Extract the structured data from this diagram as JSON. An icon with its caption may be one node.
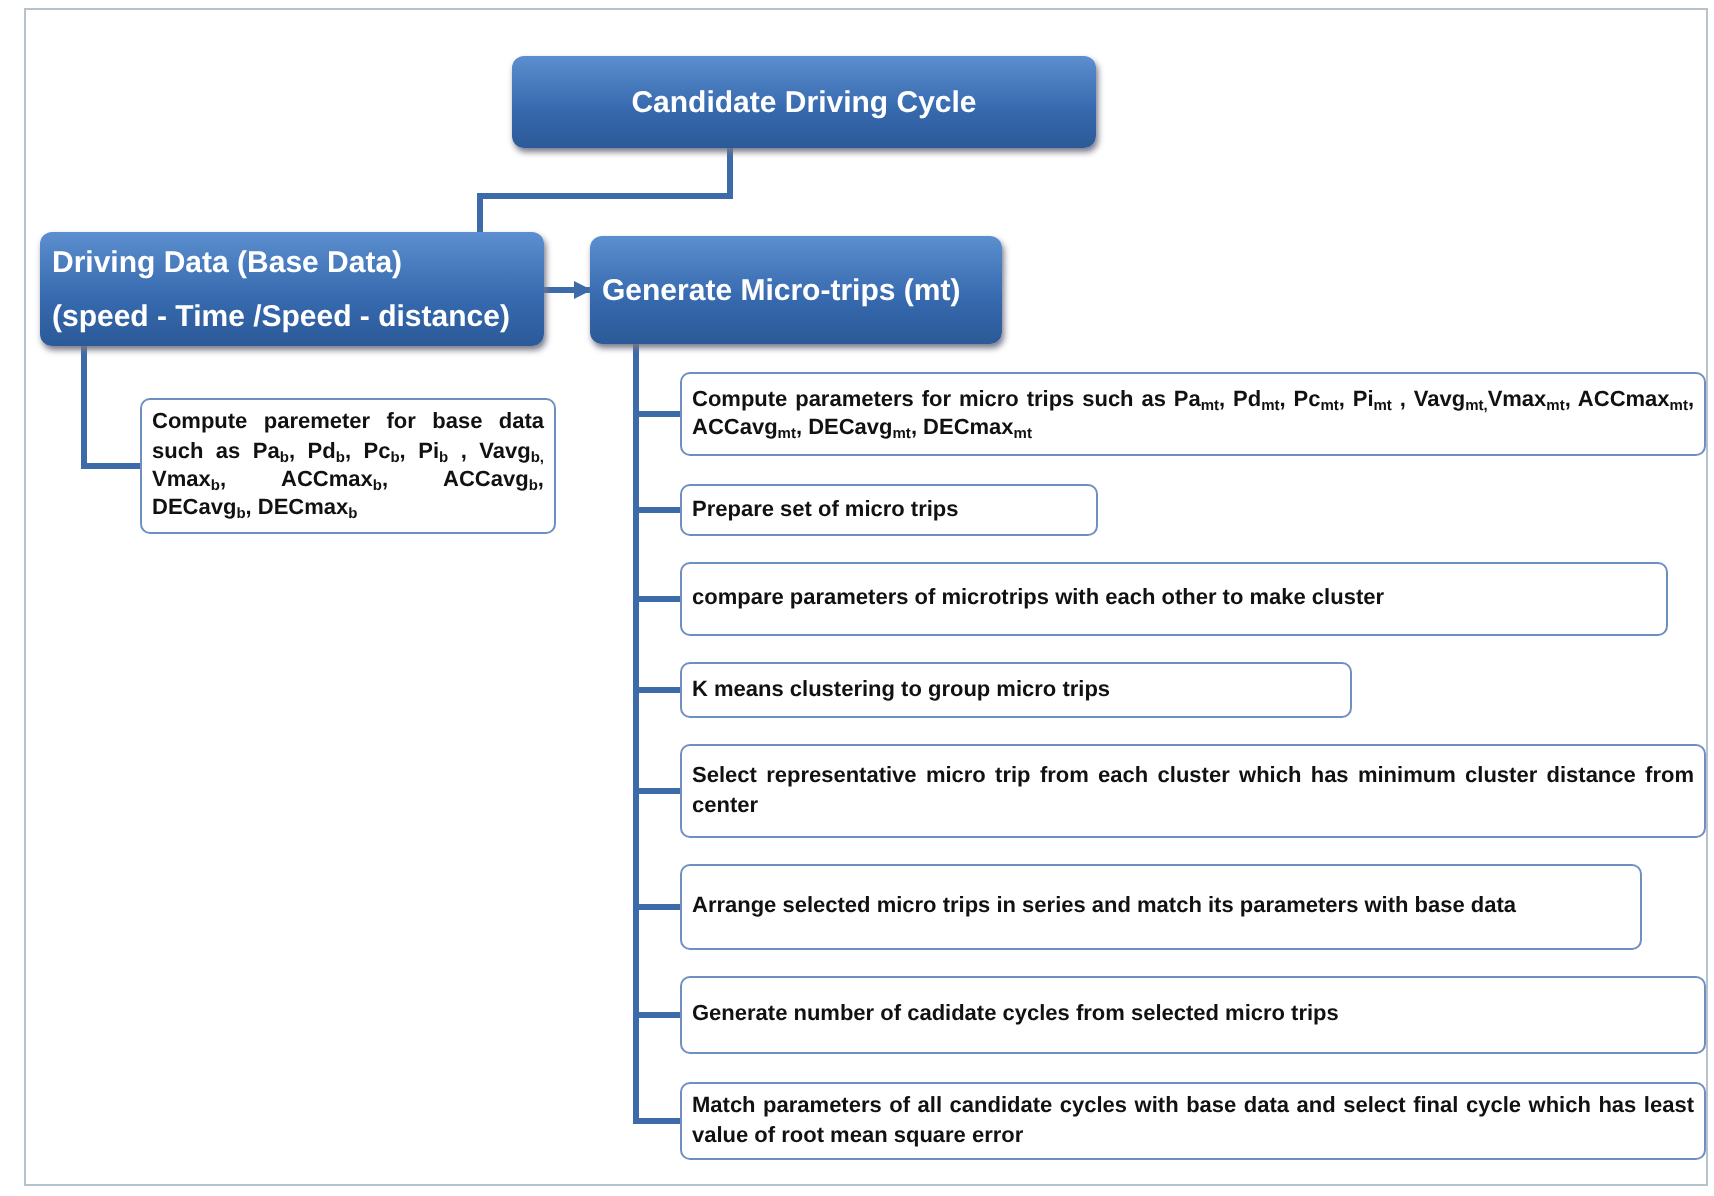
{
  "diagram": {
    "nodes": [
      {
        "text": [
          "Candidate Driving Cycle"
        ]
      },
      {
        "text": [
          "Driving Data (Base Data)",
          "(speed - Time /Speed - distance)"
        ]
      },
      {
        "text": [
          "Generate Micro-trips (mt)"
        ]
      },
      {
        "text": [
          "Compute paremeter for base data such as Pa$_{b}$, Pd$_{b}$, Pc$_{b}$, Pi$_{b}$ , Vavg$_{b,}$ Vmax$_{b}$, ACCmax$_{b}$, ACCavg$_{b}$, DECavg$_{b}$, DECmax$_{b}$"
        ]
      },
      {
        "text": [
          "Compute parameters for micro trips such as Pa$_{mt}$, Pd$_{mt}$, Pc$_{mt}$, Pi$_{mt}$ , Vavg$_{mt,}$Vmax$_{mt}$, ACCmax$_{mt}$, ACCavg$_{mt}$, DECavg$_{mt}$, DECmax$_{mt}$"
        ]
      },
      {
        "text": [
          "Prepare set of micro trips"
        ]
      },
      {
        "text": [
          "compare parameters of microtrips with each other to make cluster"
        ]
      },
      {
        "text": [
          "K means clustering to group micro trips"
        ]
      },
      {
        "text": [
          "Select representative micro trip from each cluster which has minimum cluster distance from center"
        ]
      },
      {
        "text": [
          "Arrange selected micro trips in series and match its parameters with base data"
        ]
      },
      {
        "text": [
          "Generate number of cadidate cycles from selected micro trips"
        ]
      },
      {
        "text": [
          "Match parameters of all candidate cycles with base data and select final cycle which has least value of root mean square error"
        ]
      }
    ],
    "edges": [
      {
        "from": 0,
        "to": 1,
        "arrow": "none"
      },
      {
        "from": 1,
        "to": 2,
        "arrow": "to"
      },
      {
        "from": 1,
        "to": 3,
        "arrow": "none"
      },
      {
        "from": 2,
        "to": 4,
        "arrow": "none"
      },
      {
        "from": 2,
        "to": 5,
        "arrow": "none"
      },
      {
        "from": 2,
        "to": 6,
        "arrow": "none"
      },
      {
        "from": 2,
        "to": 7,
        "arrow": "none"
      },
      {
        "from": 2,
        "to": 8,
        "arrow": "none"
      },
      {
        "from": 2,
        "to": 9,
        "arrow": "none"
      },
      {
        "from": 2,
        "to": 10,
        "arrow": "none"
      },
      {
        "from": 2,
        "to": 11,
        "arrow": "none"
      }
    ]
  }
}
